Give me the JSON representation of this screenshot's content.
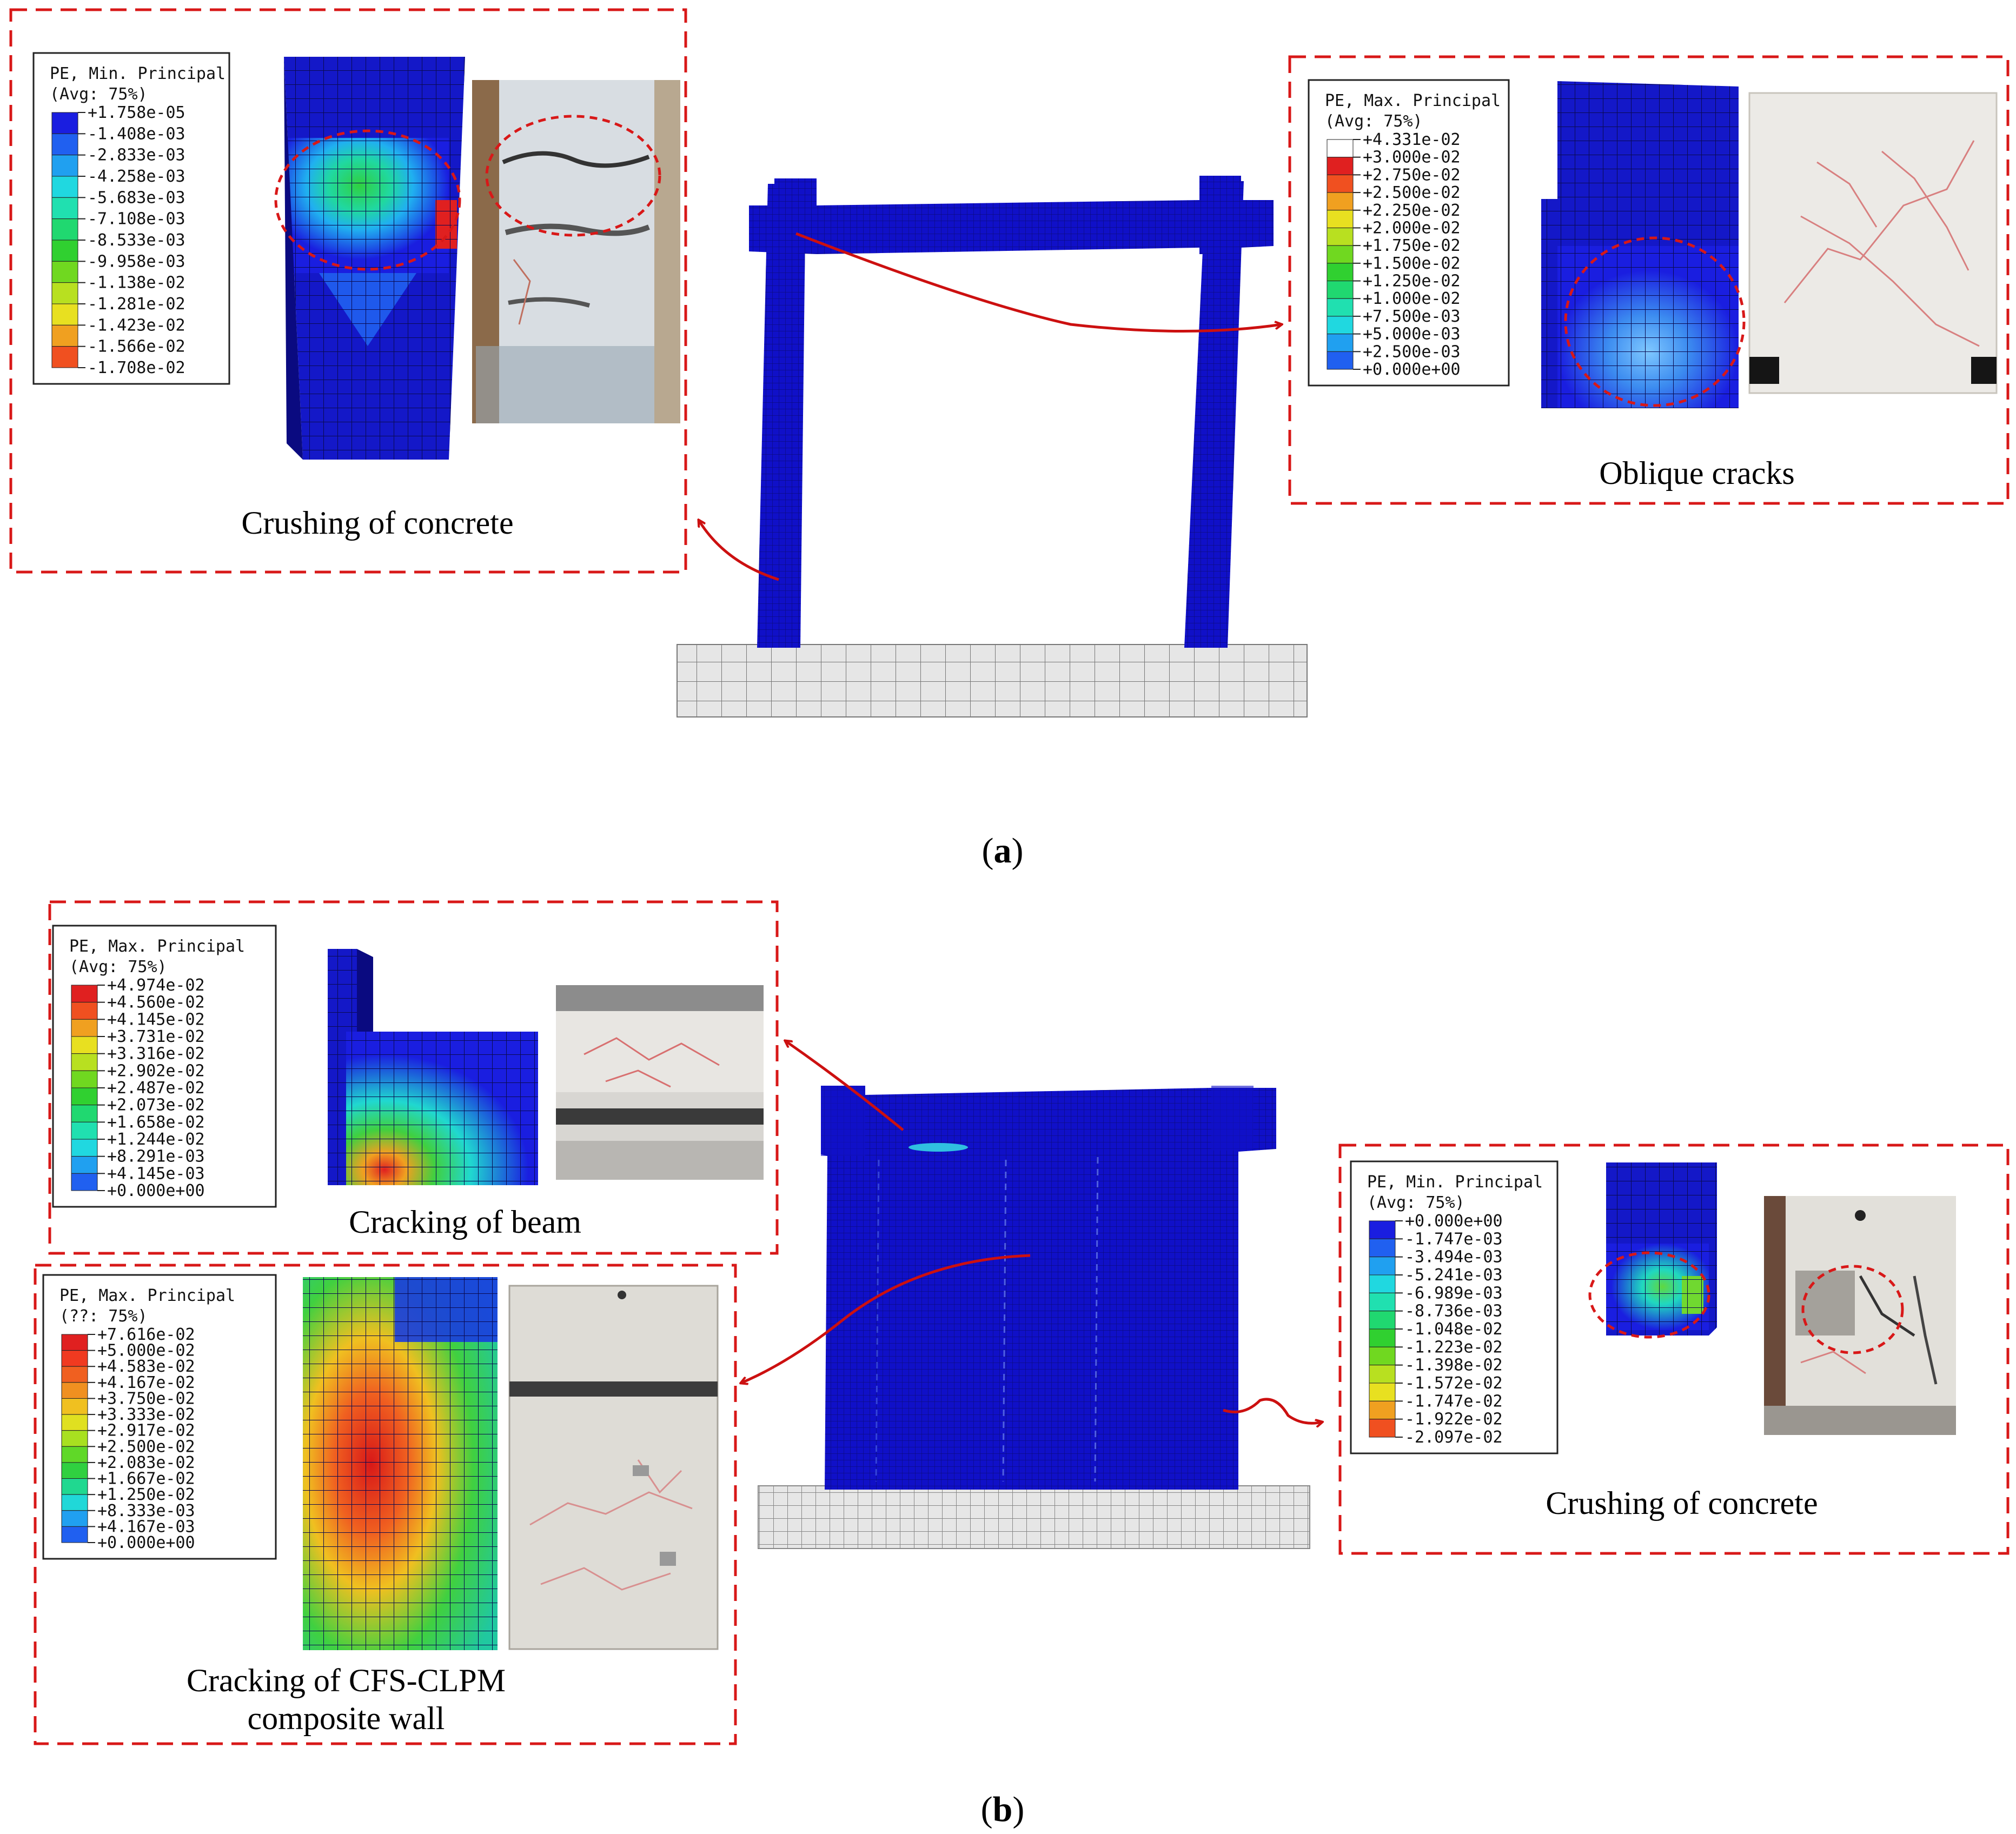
{
  "panels": {
    "a": {
      "label_open": "(",
      "label_letter": "a",
      "label_close": ")",
      "concrete_crush": {
        "caption": "Crushing of concrete",
        "legend": {
          "title_line1": "PE, Min. Principal",
          "title_line2": "(Avg: 75%)",
          "values": [
            "+1.758e-05",
            "-1.408e-03",
            "-2.833e-03",
            "-4.258e-03",
            "-5.683e-03",
            "-7.108e-03",
            "-8.533e-03",
            "-9.958e-03",
            "-1.138e-02",
            "-1.281e-02",
            "-1.423e-02",
            "-1.566e-02",
            "-1.708e-02"
          ],
          "colors": [
            "#1a1ee0",
            "#2060f0",
            "#20a0f0",
            "#20d8e0",
            "#20e0b0",
            "#20d870",
            "#30d030",
            "#70d820",
            "#b8e020",
            "#e8e020",
            "#f0a020",
            "#f05020",
            "#e02020"
          ]
        }
      },
      "oblique": {
        "caption": "Oblique cracks",
        "legend": {
          "title_line1": "PE, Max. Principal",
          "title_line2": "(Avg: 75%)",
          "values": [
            "+4.331e-02",
            "+3.000e-02",
            "+2.750e-02",
            "+2.500e-02",
            "+2.250e-02",
            "+2.000e-02",
            "+1.750e-02",
            "+1.500e-02",
            "+1.250e-02",
            "+1.000e-02",
            "+7.500e-03",
            "+5.000e-03",
            "+2.500e-03",
            "+0.000e+00"
          ],
          "colors": [
            "#ffffff",
            "#e02020",
            "#f05020",
            "#f0a020",
            "#e8e020",
            "#b8e020",
            "#70d820",
            "#30d030",
            "#20d870",
            "#20e0b0",
            "#20d8e0",
            "#20a0f0",
            "#2060f0",
            "#1a1ee0"
          ]
        }
      }
    },
    "b": {
      "label_open": "(",
      "label_letter": "b",
      "label_close": ")",
      "beam": {
        "caption": "Cracking of beam",
        "legend": {
          "title_line1": "PE, Max. Principal",
          "title_line2": "(Avg: 75%)",
          "values": [
            "+4.974e-02",
            "+4.560e-02",
            "+4.145e-02",
            "+3.731e-02",
            "+3.316e-02",
            "+2.902e-02",
            "+2.487e-02",
            "+2.073e-02",
            "+1.658e-02",
            "+1.244e-02",
            "+8.291e-03",
            "+4.145e-03",
            "+0.000e+00"
          ],
          "colors": [
            "#e02020",
            "#f05020",
            "#f0a020",
            "#e8e020",
            "#b8e020",
            "#70d820",
            "#30d030",
            "#20d870",
            "#20e0b0",
            "#20d8e0",
            "#20a0f0",
            "#2060f0",
            "#1a1ee0"
          ]
        }
      },
      "wall": {
        "caption_line1": "Cracking of CFS-CLPM",
        "caption_line2": "composite wall",
        "legend": {
          "title_line1": "PE, Max. Principal",
          "title_line2": "(??: 75%)",
          "values": [
            "+7.616e-02",
            "+5.000e-02",
            "+4.583e-02",
            "+4.167e-02",
            "+3.750e-02",
            "+3.333e-02",
            "+2.917e-02",
            "+2.500e-02",
            "+2.083e-02",
            "+1.667e-02",
            "+1.250e-02",
            "+8.333e-03",
            "+4.167e-03",
            "+0.000e+00"
          ],
          "colors": [
            "#e02020",
            "#f03a20",
            "#f06020",
            "#f09020",
            "#f0c020",
            "#e0e020",
            "#a8e020",
            "#60d828",
            "#30d040",
            "#20d890",
            "#20d8d8",
            "#20a0f0",
            "#2060f0",
            "#1a1ee0"
          ]
        }
      },
      "concrete_crush": {
        "caption": "Crushing of concrete",
        "legend": {
          "title_line1": "PE, Min. Principal",
          "title_line2": "(Avg: 75%)",
          "values": [
            "+0.000e+00",
            "-1.747e-03",
            "-3.494e-03",
            "-5.241e-03",
            "-6.989e-03",
            "-8.736e-03",
            "-1.048e-02",
            "-1.223e-02",
            "-1.398e-02",
            "-1.572e-02",
            "-1.747e-02",
            "-1.922e-02",
            "-2.097e-02"
          ],
          "colors": [
            "#1a1ee0",
            "#2060f0",
            "#20a0f0",
            "#20d8e0",
            "#20e0b0",
            "#20d870",
            "#30d030",
            "#70d820",
            "#b8e020",
            "#e8e020",
            "#f0a020",
            "#f05020",
            "#e02020"
          ]
        }
      }
    }
  },
  "colors": {
    "fe_blue": "#1010c8",
    "dash_red": "#d81818",
    "arrow_red": "#cc1010",
    "base_grey": "#e6e6e6"
  }
}
